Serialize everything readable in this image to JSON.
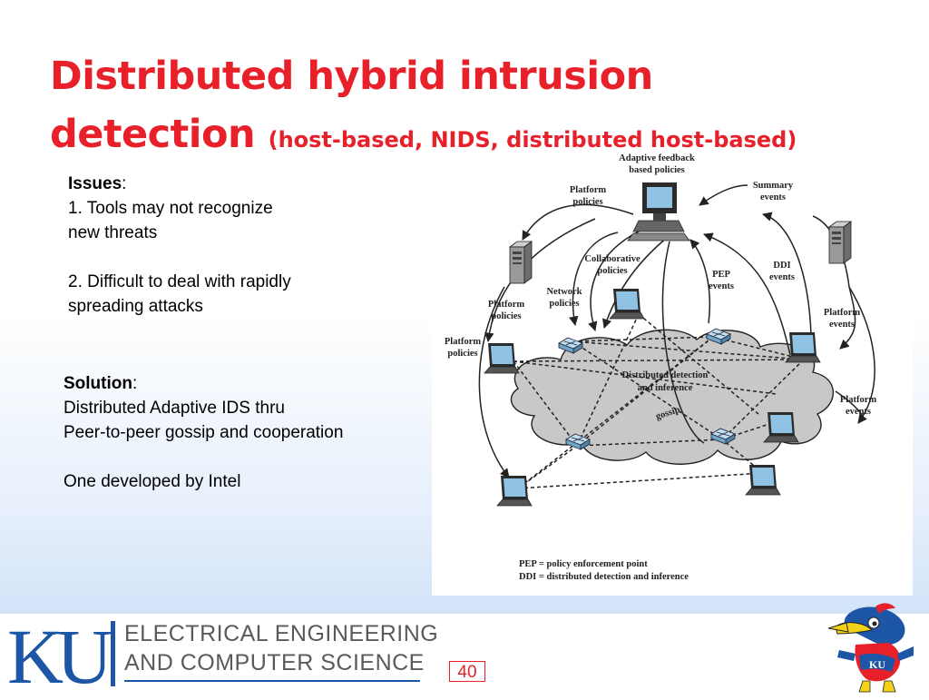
{
  "slide": {
    "title_main": "Distributed hybrid intrusion",
    "title_line2": "detection",
    "title_sub": "(host-based, NIDS, distributed host-based)",
    "page_number": "40"
  },
  "issues": {
    "heading": "Issues",
    "item1_line1": "1. Tools may not recognize",
    "item1_line2": "new threats",
    "item2_line1": "2. Difficult to deal with rapidly",
    "item2_line2": "spreading attacks"
  },
  "solution": {
    "heading": "Solution",
    "line1": "Distributed Adaptive IDS thru",
    "line2": "Peer-to-peer gossip and cooperation",
    "note": "One developed by Intel"
  },
  "diagram": {
    "adaptive_feedback": [
      "Adaptive feedback",
      "based policies"
    ],
    "summary_events": [
      "Summary",
      "events"
    ],
    "platform_policies_top": [
      "Platform",
      "policies"
    ],
    "collaborative_policies": [
      "Collaborative",
      "policies"
    ],
    "network_policies": [
      "Network",
      "policies"
    ],
    "pep_events": [
      "PEP",
      "events"
    ],
    "ddi_events": [
      "DDI",
      "events"
    ],
    "platform_policies_left": [
      "Platform",
      "policies"
    ],
    "platform_policies_far_left": [
      "Platform",
      "policies"
    ],
    "platform_events_right": [
      "Platform",
      "events"
    ],
    "platform_events_lower_right": [
      "Platform",
      "events"
    ],
    "cloud_label": [
      "Distributed detection",
      "and inference"
    ],
    "gossip": "gossip",
    "legend_pep": "PEP = policy enforcement point",
    "legend_ddi": "DDI = distributed detection and inference"
  },
  "footer": {
    "ku": "KU",
    "dept_line1": "ELECTRICAL ENGINEERING",
    "dept_line2": "AND COMPUTER SCIENCE",
    "mascot_badge": "KU"
  },
  "colors": {
    "title_red": "#e8202a",
    "ku_blue": "#1d56a6",
    "cloud_fill": "#c8c8c8",
    "switch_blue": "#9ccbe8"
  }
}
